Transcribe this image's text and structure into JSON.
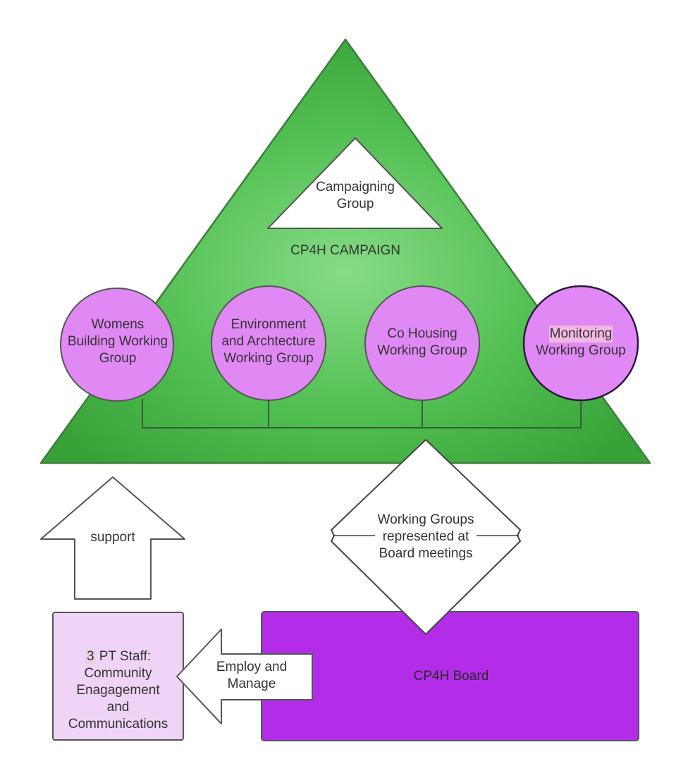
{
  "diagram": {
    "campaign": {
      "label": "CP4H CAMPAIGN"
    },
    "campaigning_group": {
      "label": "Campaigning\nGroup"
    },
    "working_groups": [
      {
        "label": "Womens\nBuilding Working\nGroup"
      },
      {
        "label": "Environment\nand Archtecture\nWorking Group"
      },
      {
        "label": "Co Housing\nWorking Group"
      },
      {
        "label_highlighted": "Monitoring",
        "label_rest": "Working Group"
      }
    ],
    "representation": {
      "label": "Working Groups\nrepresented at\nBoard meetings"
    },
    "support_arrow": {
      "label": "support"
    },
    "employ_arrow": {
      "label": "Employ and\nManage"
    },
    "staff_box": {
      "label_prefix": "3",
      "label_rest": " PT Staff:\nCommunity\nEnagagement\nand\nCommunications"
    },
    "board": {
      "label": "CP4H Board"
    },
    "colors": {
      "triangle_green": "#4cbc4c",
      "triangle_edge": "#3d8f3d",
      "circle_fill": "#e089f5",
      "board_fill": "#b32de8",
      "staff_fill": "#f0d4f8"
    }
  }
}
